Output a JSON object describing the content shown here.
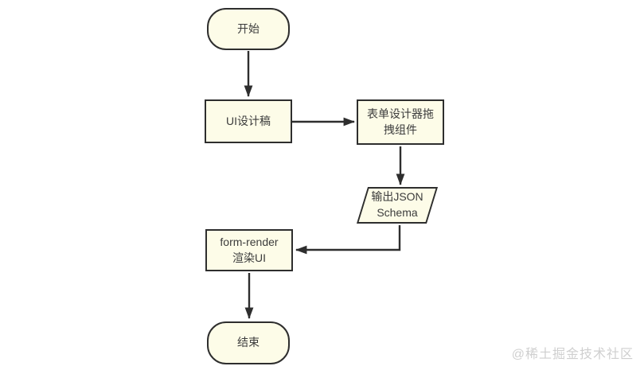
{
  "diagram": {
    "type": "flowchart",
    "nodes": {
      "start": {
        "label": "开始",
        "shape": "terminator"
      },
      "ui_design": {
        "label": "UI设计稿",
        "shape": "process"
      },
      "form_designer": {
        "label": "表单设计器拖\n拽组件",
        "shape": "process"
      },
      "json_schema": {
        "label": "输出JSON\nSchema",
        "shape": "io-parallelogram"
      },
      "form_render": {
        "label": "form-render\n渲染UI",
        "shape": "process"
      },
      "end": {
        "label": "结束",
        "shape": "terminator"
      }
    },
    "edges": [
      {
        "from": "start",
        "to": "ui_design"
      },
      {
        "from": "ui_design",
        "to": "form_designer"
      },
      {
        "from": "form_designer",
        "to": "json_schema"
      },
      {
        "from": "json_schema",
        "to": "form_render"
      },
      {
        "from": "form_render",
        "to": "end"
      }
    ],
    "colors": {
      "node_fill": "#fdfce8",
      "stroke": "#2e2e2e",
      "text": "#3c3c3c",
      "background": "#ffffff"
    }
  },
  "watermark": {
    "text": "@稀土掘金技术社区",
    "color": "#cfcfcf"
  }
}
